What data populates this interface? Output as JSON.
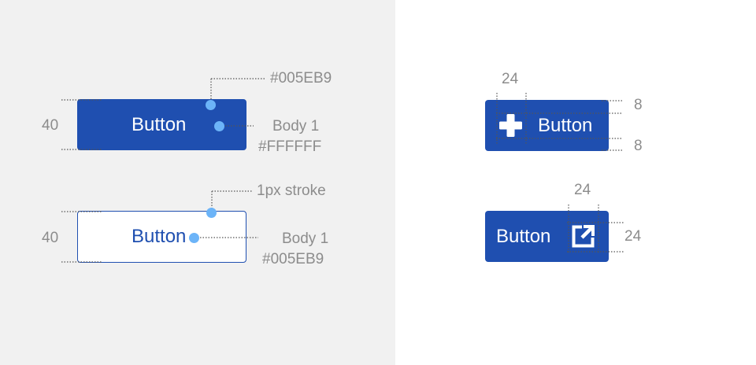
{
  "colors": {
    "brand": "#1f4fb0",
    "brand_text": "#005EB9",
    "white": "#FFFFFF",
    "annotation_dot": "#6cb4f8",
    "annotation_text": "#8c8c8c"
  },
  "left": {
    "primary": {
      "button_label": "Button",
      "height_label": "40",
      "fill_color_label": "#005EB9",
      "font_label": "Body 1",
      "text_color_label": "#FFFFFF"
    },
    "secondary": {
      "button_label": "Button",
      "height_label": "40",
      "stroke_label": "1px stroke",
      "font_label": "Body 1",
      "text_color_label": "#005EB9"
    }
  },
  "right": {
    "leading_icon": {
      "button_label": "Button",
      "icon": "plus-icon",
      "icon_size_label": "24",
      "top_padding_label": "8",
      "bottom_padding_label": "8"
    },
    "trailing_icon": {
      "button_label": "Button",
      "icon": "external-link-icon",
      "icon_width_label": "24",
      "icon_height_label": "24"
    }
  }
}
